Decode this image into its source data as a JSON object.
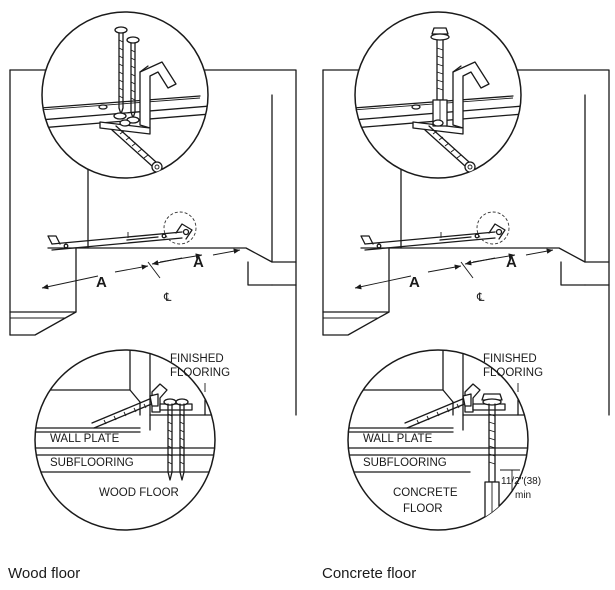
{
  "panels": [
    {
      "caption": "Wood floor",
      "dimension_label": "A",
      "centerline_symbol": "℄",
      "labels": {
        "finished_flooring_1": "FINISHED",
        "finished_flooring_2": "FLOORING",
        "wall_plate": "WALL PLATE",
        "subflooring": "SUBFLOORING",
        "floor_type_1": "WOOD FLOOR"
      }
    },
    {
      "caption": "Concrete floor",
      "dimension_label": "A",
      "centerline_symbol": "℄",
      "labels": {
        "finished_flooring_1": "FINISHED",
        "finished_flooring_2": "FLOORING",
        "wall_plate": "WALL PLATE",
        "subflooring": "SUBFLOORING",
        "floor_type_1": "CONCRETE",
        "floor_type_2": "FLOOR",
        "depth_value": "11/2\"(38)",
        "depth_min": "min"
      }
    }
  ]
}
